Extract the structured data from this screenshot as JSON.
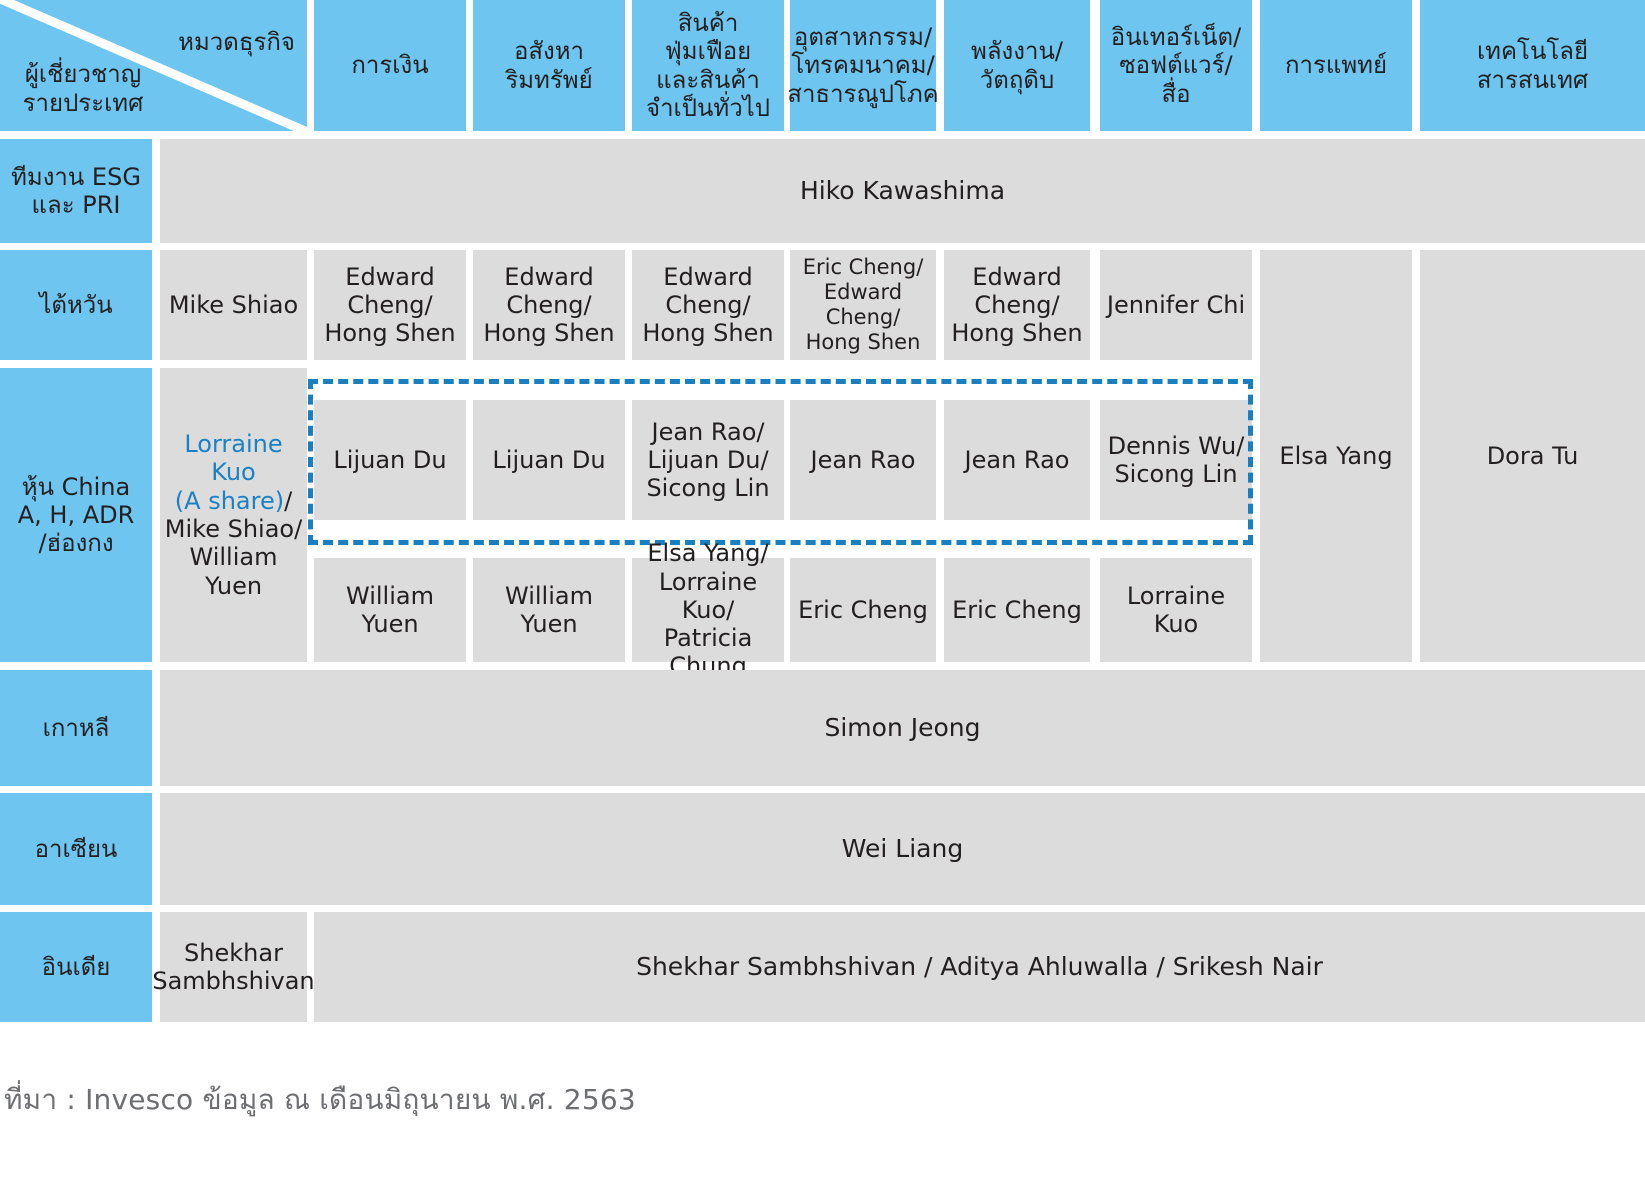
{
  "header": {
    "corner_top_label": "หมวดธุรกิจ",
    "corner_bottom_label": "ผู้เชี่ยวชาญ\nรายประเทศ",
    "corner_bottom_line1": "ผู้เชี่ยวชาญ",
    "corner_bottom_line2": "รายประเทศ",
    "sectors": [
      {
        "id": "financials",
        "label": "การเงิน"
      },
      {
        "id": "real-estate",
        "label": "อสังหา\nริมทรัพย์"
      },
      {
        "id": "consumer",
        "label": "สินค้าฟุ่มเฟือย\nและสินค้า\nจำเป็นทั่วไป"
      },
      {
        "id": "industrials",
        "label": "อุตสาหกรรม/\nโทรคมนาคม/\nสาธารณูปโภค"
      },
      {
        "id": "energy-materials",
        "label": "พลังงาน/\nวัตถุดิบ"
      },
      {
        "id": "internet-software-media",
        "label": "อินเทอร์เน็ต/\nซอฟต์แวร์/\nสื่อ"
      },
      {
        "id": "healthcare",
        "label": "การแพทย์"
      },
      {
        "id": "it",
        "label": "เทคโนโลยี\nสารสนเทศ"
      }
    ]
  },
  "rows": {
    "esg": {
      "label": "ทีมงาน ESG\nและ PRI",
      "label_line1": "ทีมงาน ESG",
      "label_line2": "และ PRI",
      "span_value": "Hiko Kawashima"
    },
    "taiwan": {
      "label": "ไต้หวัน",
      "lead": "Mike Shiao",
      "cells": [
        "Edward\nCheng/\nHong Shen",
        "Edward\nCheng/\nHong Shen",
        "Edward\nCheng/\nHong Shen",
        "Eric Cheng/\nEdward Cheng/\nHong Shen",
        "Edward\nCheng/\nHong Shen",
        "Jennifer Chi"
      ]
    },
    "china": {
      "label": "หุ้น China\nA, H, ADR\n/ฮ่องกง",
      "label_line1": "หุ้น China",
      "label_line2": "A, H, ADR",
      "label_line3": "/ฮ่องกง",
      "lead_accent": "Lorraine Kuo",
      "lead_accent2": "(A share)",
      "lead_rest": "/",
      "lead_line3": "Mike Shiao/",
      "lead_line4": "William Yuen",
      "upper_cells": [
        "Lijuan Du",
        "Lijuan Du",
        "Jean Rao/\nLijuan Du/\nSicong Lin",
        "Jean Rao",
        "Jean Rao",
        "Dennis Wu/\nSicong Lin"
      ],
      "lower_cells": [
        "William Yuen",
        "William Yuen",
        "Elsa Yang/\nLorraine Kuo/\nPatricia Chung",
        "Eric Cheng",
        "Eric Cheng",
        "Lorraine Kuo"
      ]
    },
    "healthcare_merged": "Elsa Yang",
    "it_merged": "Dora Tu",
    "korea": {
      "label": "เกาหลี",
      "span_value": "Simon Jeong"
    },
    "asean": {
      "label": "อาเซียน",
      "span_value": "Wei Liang"
    },
    "india": {
      "label": "อินเดีย",
      "lead": "Shekhar\nSambhshivan",
      "lead_line1": "Shekhar",
      "lead_line2": "Sambhshivan",
      "span_value": "Shekhar Sambhshivan / Aditya Ahluwalla / Srikesh Nair"
    }
  },
  "annotations": {
    "highlight_box_name": "a-share-analyst-highlight"
  },
  "source": {
    "text": "ที่มา : Invesco ข้อมูล ณ เดือนมิถุนายน พ.ศ. 2563"
  },
  "colors": {
    "header_blue": "#6ec6f0",
    "cell_grey": "#dcdcdc",
    "accent_blue": "#1a82c4",
    "dash_blue": "#1a7fc1",
    "text": "#231f20",
    "source_grey": "#6d6e71"
  }
}
